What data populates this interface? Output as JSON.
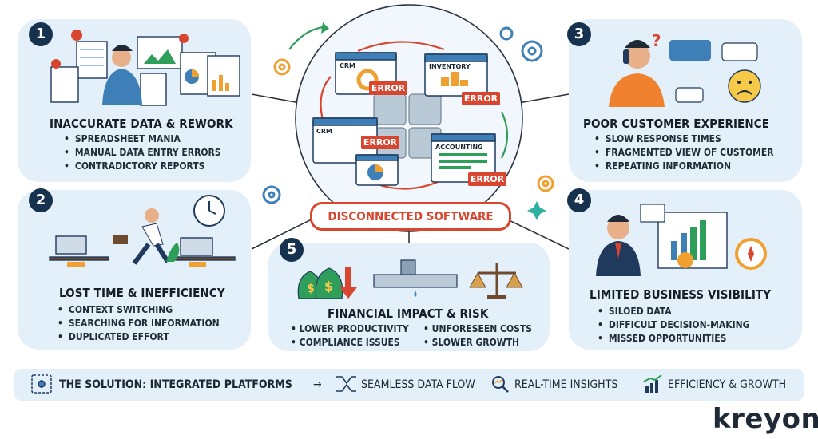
{
  "center": {
    "label": "DISCONNECTED SOFTWARE",
    "windows": [
      "CRM",
      "INVENTORY",
      "CRM",
      "ACCOUNTING"
    ],
    "error_label": "ERROR"
  },
  "panels": [
    {
      "number": "1",
      "title": "INACCURATE DATA & REWORK",
      "items": [
        "SPREADSHEET MANIA",
        "MANUAL DATA ENTRY ERRORS",
        "CONTRADICTORY REPORTS"
      ]
    },
    {
      "number": "2",
      "title": "LOST TIME & INEFFICIENCY",
      "items": [
        "CONTEXT SWITCHING",
        "SEARCHING FOR INFORMATION",
        "DUPLICATED EFFORT"
      ]
    },
    {
      "number": "3",
      "title": "POOR CUSTOMER EXPERIENCE",
      "items": [
        "SLOW RESPONSE TIMES",
        "FRAGMENTED VIEW OF CUSTOMER",
        "REPEATING INFORMATION"
      ]
    },
    {
      "number": "4",
      "title": "LIMITED BUSINESS VISIBILITY",
      "items": [
        "SILOED DATA",
        "DIFFICULT DECISION-MAKING",
        "MISSED OPPORTUNITIES"
      ]
    },
    {
      "number": "5",
      "title": "FINANCIAL IMPACT & RISK",
      "items": [
        "LOWER PRODUCTIVITY",
        "UNFORESEEN COSTS",
        "COMPLIANCE ISSUES",
        "SLOWER GROWTH"
      ]
    }
  ],
  "footer": {
    "solution": "THE SOLUTION: INTEGRATED PLATFORMS",
    "arrow": "→",
    "benefits": [
      "SEAMLESS DATA FLOW",
      "REAL-TIME INSIGHTS",
      "EFFICIENCY & GROWTH"
    ]
  },
  "logo": "kreyon",
  "colors": {
    "panel": "#e4f0f9",
    "badge": "#16324f",
    "error": "#d9462f",
    "accent_green": "#2f9e5b",
    "accent_orange": "#f0a030"
  }
}
